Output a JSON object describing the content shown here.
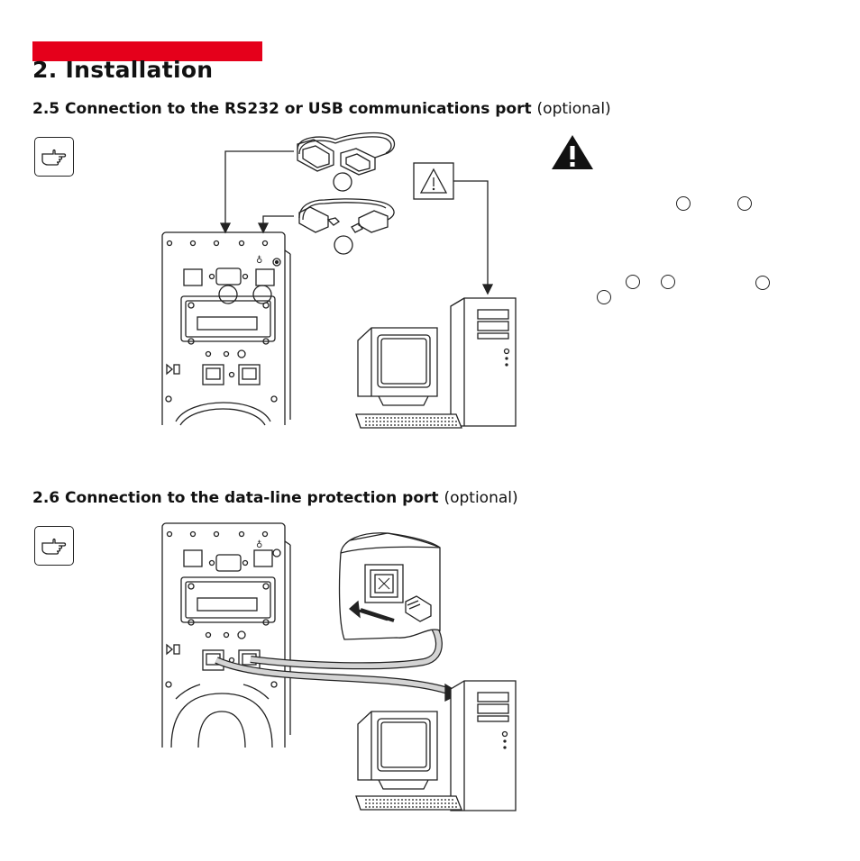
{
  "header": {
    "chapter_title": "2. Installation"
  },
  "section_25": {
    "title": "2.5 Connection to the RS232 or USB communications port",
    "optional": "(optional)"
  },
  "section_26": {
    "title": "2.6 Connection to the data-line protection port",
    "optional": "(optional)"
  },
  "icons": {
    "note": "pointing-hand-icon",
    "warning": "warning-triangle-icon",
    "caution_box": "caution-box-icon"
  },
  "colors": {
    "accent_red": "#e5001b",
    "ink": "#111111",
    "cable_gray": "#d4d4d4"
  }
}
